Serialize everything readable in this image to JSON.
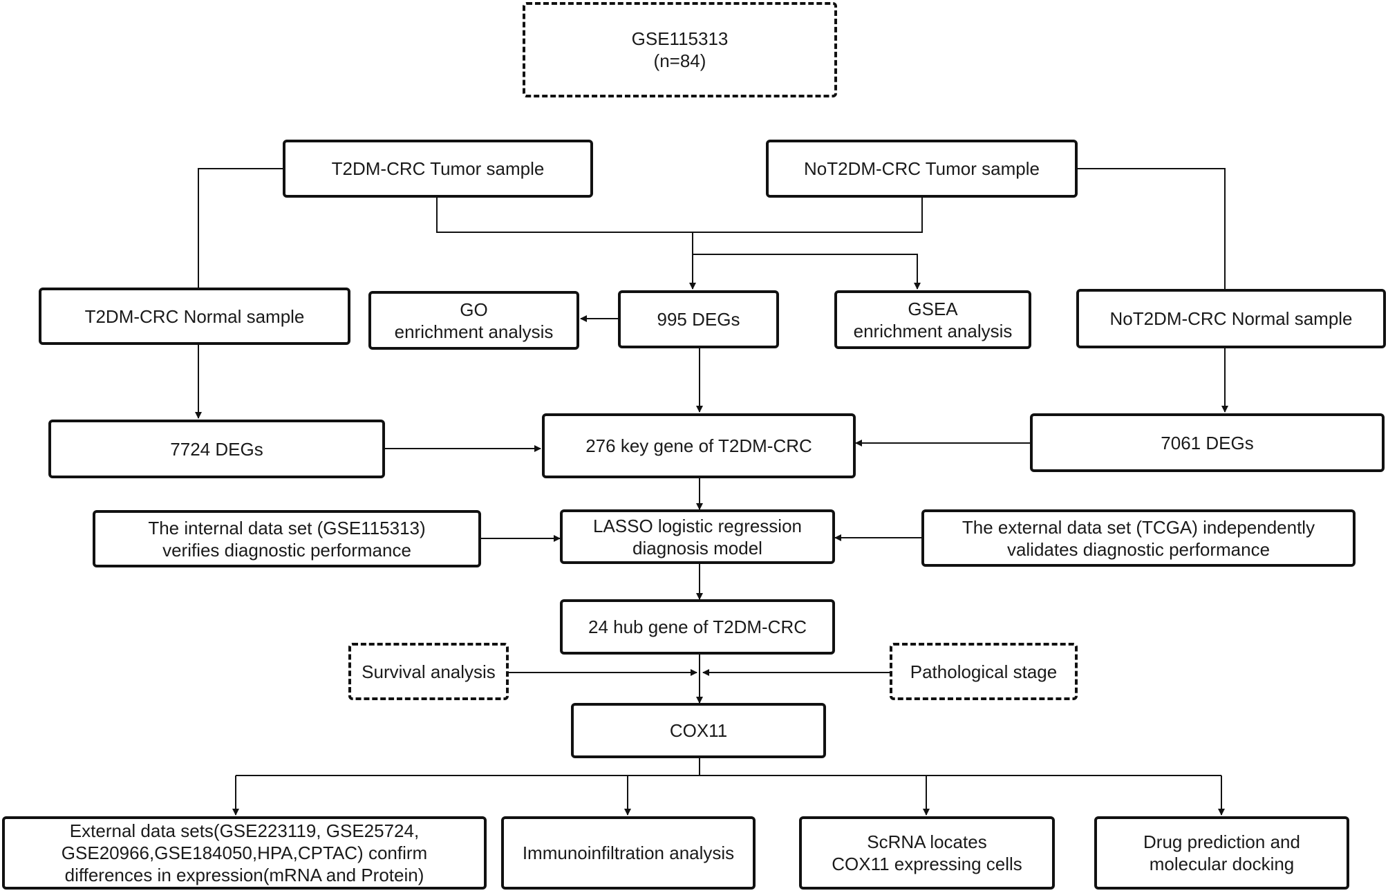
{
  "nodes": {
    "gse": {
      "lines": [
        "GSE115313",
        "(n=84)"
      ]
    },
    "t2dm_tumor": {
      "lines": [
        "T2DM-CRC Tumor sample"
      ]
    },
    "not2dm_tumor": {
      "lines": [
        "NoT2DM-CRC Tumor sample"
      ]
    },
    "t2dm_normal": {
      "lines": [
        "T2DM-CRC Normal sample"
      ]
    },
    "go": {
      "lines": [
        "GO",
        "enrichment analysis"
      ]
    },
    "degs_995": {
      "lines": [
        "995 DEGs"
      ]
    },
    "gsea": {
      "lines": [
        "GSEA",
        "enrichment analysis"
      ]
    },
    "not2dm_normal": {
      "lines": [
        "NoT2DM-CRC Normal sample"
      ]
    },
    "degs_7724": {
      "lines": [
        "7724 DEGs"
      ]
    },
    "key_gene": {
      "lines": [
        "276 key gene of T2DM-CRC"
      ]
    },
    "degs_7061": {
      "lines": [
        "7061 DEGs"
      ]
    },
    "internal": {
      "lines": [
        "The internal data set (GSE115313)",
        "verifies diagnostic performance"
      ]
    },
    "lasso": {
      "lines": [
        "LASSO logistic regression",
        "diagnosis model"
      ]
    },
    "external": {
      "lines": [
        "The external data set (TCGA) independently",
        "validates diagnostic performance"
      ]
    },
    "hub": {
      "lines": [
        "24 hub gene of T2DM-CRC"
      ]
    },
    "survival": {
      "lines": [
        "Survival analysis"
      ]
    },
    "pathological": {
      "lines": [
        "Pathological stage"
      ]
    },
    "cox11": {
      "lines": [
        "COX11"
      ]
    },
    "external_sets": {
      "lines": [
        "External data sets(GSE223119, GSE25724,",
        "GSE20966,GSE184050,HPA,CPTAC) confirm",
        "differences in expression(mRNA and Protein)"
      ]
    },
    "immuno": {
      "lines": [
        "Immunoinfiltration analysis"
      ]
    },
    "scrna": {
      "lines": [
        "ScRNA locates",
        "COX11 expressing cells"
      ]
    },
    "drug": {
      "lines": [
        "Drug prediction and",
        "molecular docking"
      ]
    }
  }
}
